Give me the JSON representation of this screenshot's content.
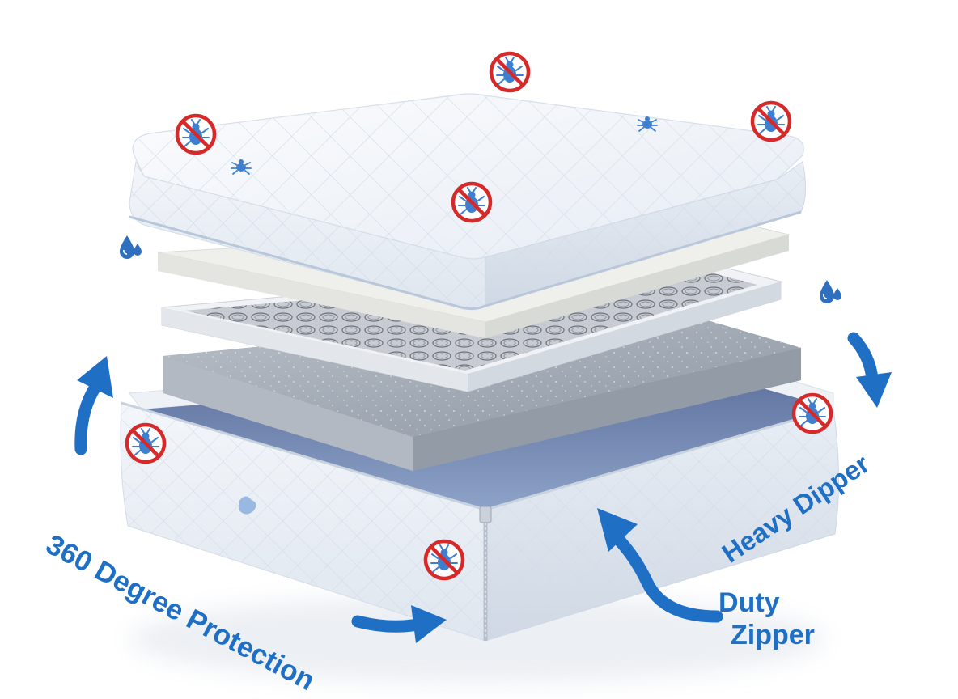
{
  "image": {
    "description_none": "",
    "labels": {
      "protection_360": "360 Degree Protection",
      "zipper_line1": "Heavy Dipper",
      "zipper_line2": "Duty",
      "zipper_line3": "Zipper"
    },
    "colors": {
      "accent_blue": "#1f6fc5",
      "no_symbol_red": "#d62a2a",
      "bug_blue": "#3f7fd0",
      "fabric_white": "#f6f8fb",
      "foam_grey": "#9aa2ad",
      "base_interior": "#6f86b3"
    },
    "icons": [
      "no-bedbug-icon",
      "bedbug-icon",
      "water-drop-icon",
      "curved-arrow-icon"
    ]
  }
}
